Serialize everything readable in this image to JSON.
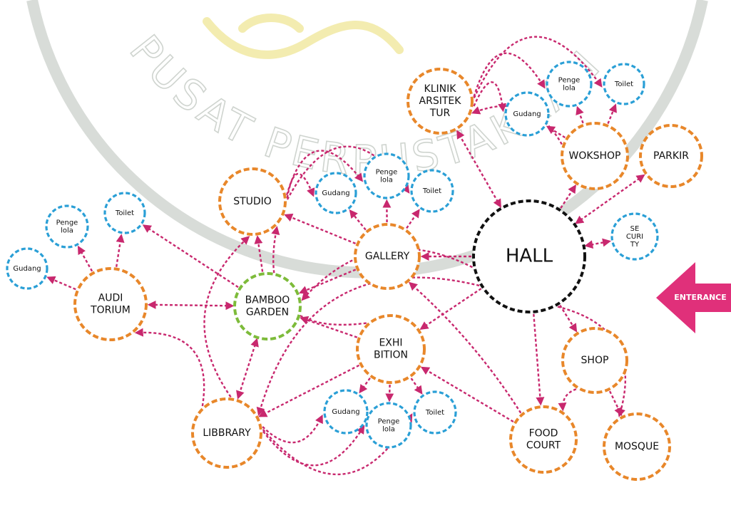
{
  "diagram": {
    "colors": {
      "orange": "#e8872a",
      "blue": "#2a9fd6",
      "green": "#7dbb3a",
      "black": "#111111",
      "connector": "#c8286e",
      "watermark_arc": "#d8dcd8",
      "watermark_text": "#cfd4cf",
      "entrance_arrow": "#e0307a"
    },
    "watermark": {
      "text": "PUSAT PERPUSTAKAAN",
      "logo": "seal-calligraphy"
    },
    "entrance_label": "ENTERANCE",
    "nodes": [
      {
        "id": "hall",
        "lines": [
          "HALL"
        ],
        "style": "black"
      },
      {
        "id": "gallery",
        "lines": [
          "GALLERY"
        ],
        "style": "orange"
      },
      {
        "id": "studio",
        "lines": [
          "STUDIO"
        ],
        "style": "orange"
      },
      {
        "id": "klinik",
        "lines": [
          "KLINIK",
          "ARSITEK",
          "TUR"
        ],
        "style": "orange"
      },
      {
        "id": "wokshop",
        "lines": [
          "WOKSHOP"
        ],
        "style": "orange"
      },
      {
        "id": "parkir",
        "lines": [
          "PARKIR"
        ],
        "style": "orange"
      },
      {
        "id": "security",
        "lines": [
          "SE",
          "CURI",
          "TY"
        ],
        "style": "blue"
      },
      {
        "id": "shop",
        "lines": [
          "SHOP"
        ],
        "style": "orange"
      },
      {
        "id": "foodcourt",
        "lines": [
          "FOOD",
          "COURT"
        ],
        "style": "orange"
      },
      {
        "id": "mosque",
        "lines": [
          "MOSQUE"
        ],
        "style": "orange"
      },
      {
        "id": "exhibition",
        "lines": [
          "EXHI",
          "BITION"
        ],
        "style": "orange"
      },
      {
        "id": "bamboo",
        "lines": [
          "BAMBOO",
          "GARDEN"
        ],
        "style": "green"
      },
      {
        "id": "auditorium",
        "lines": [
          "AUDI",
          "TORIUM"
        ],
        "style": "orange"
      },
      {
        "id": "library",
        "lines": [
          "LIBBRARY"
        ],
        "style": "orange"
      },
      {
        "id": "stu_gudang",
        "lines": [
          "Gudang"
        ],
        "style": "blue"
      },
      {
        "id": "stu_pengelola",
        "lines": [
          "Penge",
          "lola"
        ],
        "style": "blue"
      },
      {
        "id": "stu_toilet",
        "lines": [
          "Toilet"
        ],
        "style": "blue"
      },
      {
        "id": "kli_gudang",
        "lines": [
          "Gudang"
        ],
        "style": "blue"
      },
      {
        "id": "kli_pengelola",
        "lines": [
          "Penge",
          "lola"
        ],
        "style": "blue"
      },
      {
        "id": "kli_toilet",
        "lines": [
          "Toilet"
        ],
        "style": "blue"
      },
      {
        "id": "aud_gudang",
        "lines": [
          "Gudang"
        ],
        "style": "blue"
      },
      {
        "id": "aud_pengelola",
        "lines": [
          "Penge",
          "lola"
        ],
        "style": "blue"
      },
      {
        "id": "aud_toilet",
        "lines": [
          "Toilet"
        ],
        "style": "blue"
      },
      {
        "id": "exh_gudang",
        "lines": [
          "Gudang"
        ],
        "style": "blue"
      },
      {
        "id": "exh_pengelola",
        "lines": [
          "Penge",
          "lola"
        ],
        "style": "blue"
      },
      {
        "id": "exh_toilet",
        "lines": [
          "Toilet"
        ],
        "style": "blue"
      }
    ],
    "edges": [
      [
        "hall",
        "gallery",
        "end"
      ],
      [
        "hall",
        "klinik",
        "both"
      ],
      [
        "hall",
        "wokshop",
        "end"
      ],
      [
        "hall",
        "parkir",
        "both"
      ],
      [
        "hall",
        "security",
        "both"
      ],
      [
        "hall",
        "shop",
        "end"
      ],
      [
        "hall",
        "mosque",
        "end"
      ],
      [
        "hall",
        "foodcourt",
        "end"
      ],
      [
        "hall",
        "exhibition",
        "end"
      ],
      [
        "hall",
        "bamboo",
        "end"
      ],
      [
        "gallery",
        "studio",
        "end"
      ],
      [
        "gallery",
        "bamboo",
        "end"
      ],
      [
        "gallery",
        "stu_gudang",
        "end"
      ],
      [
        "gallery",
        "stu_pengelola",
        "end"
      ],
      [
        "gallery",
        "stu_toilet",
        "end"
      ],
      [
        "studio",
        "stu_gudang",
        "end"
      ],
      [
        "studio",
        "stu_pengelola",
        "end"
      ],
      [
        "studio",
        "stu_toilet",
        "end"
      ],
      [
        "wokshop",
        "klinik",
        "end"
      ],
      [
        "wokshop",
        "kli_gudang",
        "end"
      ],
      [
        "wokshop",
        "kli_pengelola",
        "end"
      ],
      [
        "wokshop",
        "kli_toilet",
        "end"
      ],
      [
        "klinik",
        "kli_gudang",
        "end"
      ],
      [
        "klinik",
        "kli_pengelola",
        "end"
      ],
      [
        "klinik",
        "kli_toilet",
        "end"
      ],
      [
        "bamboo",
        "studio",
        "end"
      ],
      [
        "bamboo",
        "aud_toilet",
        "end"
      ],
      [
        "bamboo",
        "auditorium",
        "both"
      ],
      [
        "bamboo",
        "library",
        "both"
      ],
      [
        "exhibition",
        "bamboo",
        "end"
      ],
      [
        "exhibition",
        "library",
        "end"
      ],
      [
        "exhibition",
        "exh_gudang",
        "end"
      ],
      [
        "exhibition",
        "exh_pengelola",
        "end"
      ],
      [
        "exhibition",
        "exh_toilet",
        "end"
      ],
      [
        "auditorium",
        "aud_gudang",
        "end"
      ],
      [
        "auditorium",
        "aud_pengelola",
        "end"
      ],
      [
        "auditorium",
        "aud_toilet",
        "end"
      ],
      [
        "library",
        "exh_gudang",
        "end"
      ],
      [
        "library",
        "exh_pengelola",
        "end"
      ],
      [
        "library",
        "exh_toilet",
        "end"
      ],
      [
        "library",
        "auditorium",
        "end"
      ],
      [
        "library",
        "studio",
        "end"
      ],
      [
        "shop",
        "foodcourt",
        "end"
      ],
      [
        "shop",
        "mosque",
        "end"
      ],
      [
        "foodcourt",
        "exhibition",
        "end"
      ],
      [
        "foodcourt",
        "gallery",
        "end"
      ],
      [
        "exhibition",
        "studio",
        "end"
      ],
      [
        "hall",
        "library",
        "end"
      ]
    ]
  }
}
